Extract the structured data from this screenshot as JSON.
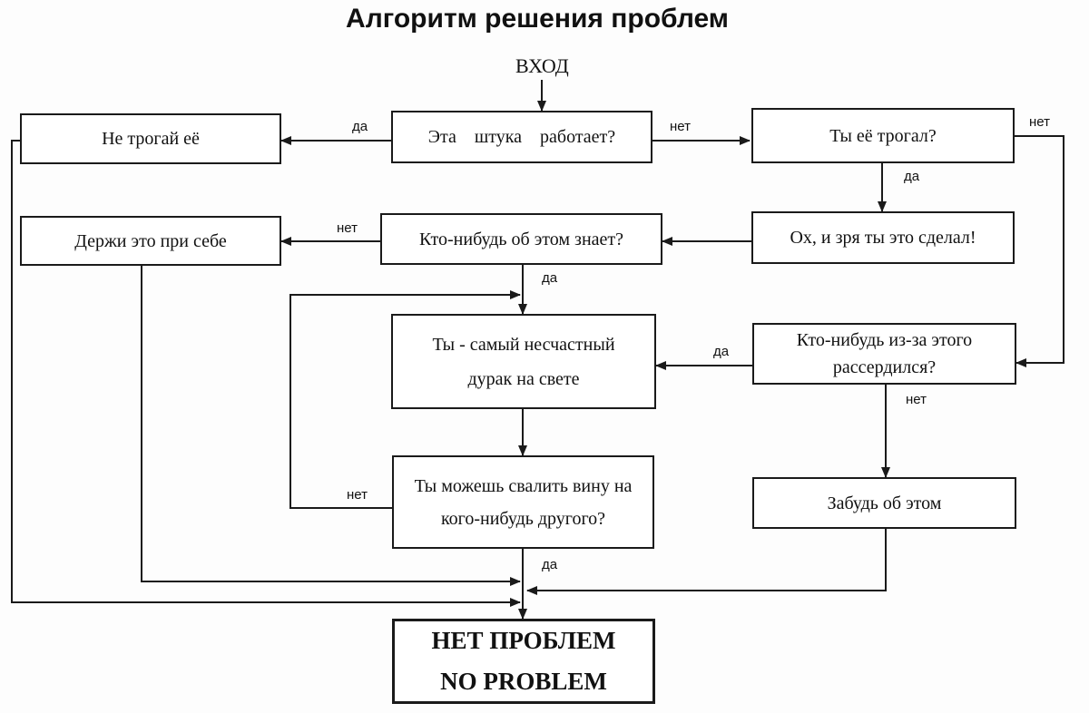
{
  "title": "Алгоритм решения проблем",
  "entry": "ВХОД",
  "nodes": {
    "works": "Эта    штука    работает?",
    "dont_touch": "Не трогай её",
    "touched": "Ты её трогал?",
    "bad": "Ох, и зря ты это сделал!",
    "knows": "Кто-нибудь об этом знает?",
    "keep": "Держи это при себе",
    "upset": "Кто-нибудь из-за этого рассердился?",
    "fool": "Ты - самый несчастный дурак на свете",
    "blame": "Ты можешь свалить вину на кого-нибудь другого?",
    "forget": "Забудь об этом",
    "no_problem_ru": "НЕТ ПРОБЛЕМ",
    "no_problem_en": "NO PROBLEM"
  },
  "labels": {
    "yes": "да",
    "no": "нет"
  }
}
